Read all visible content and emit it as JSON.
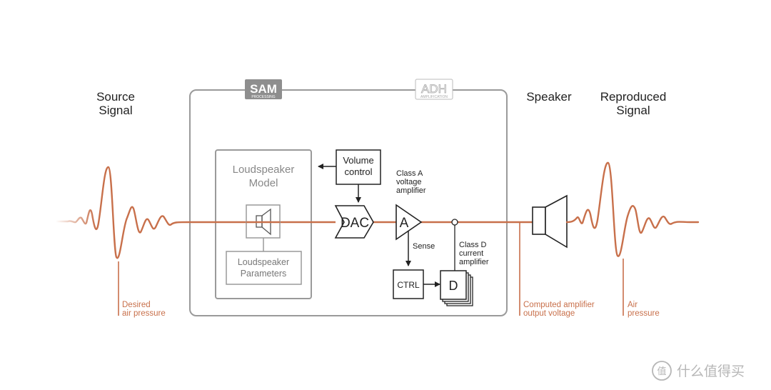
{
  "colors": {
    "signal": "#c8704b",
    "box": "#9a9a9a",
    "ink": "#222222",
    "logo_bg": "#8e8e8e"
  },
  "labels": {
    "source_line1": "Source",
    "source_line2": "Signal",
    "speaker": "Speaker",
    "reproduced_line1": "Reproduced",
    "reproduced_line2": "Signal",
    "desired_line1": "Desired",
    "desired_line2": "air pressure",
    "computed_line1": "Computed amplifier",
    "computed_line2": "output voltage",
    "air_line1": "Air",
    "air_line2": "pressure"
  },
  "logos": {
    "sam_big": "SAM",
    "sam_small": "PROCESSING",
    "adh_big": "ADH",
    "adh_small": "AMPLIFICATION"
  },
  "model": {
    "title_line1": "Loudspeaker",
    "title_line2": "Model",
    "params_line1": "Loudspeaker",
    "params_line2": "Parameters"
  },
  "blocks": {
    "volume_line1": "Volume",
    "volume_line2": "control",
    "dac": "DAC",
    "amp_a": "A",
    "class_a_line1": "Class A",
    "class_a_line2": "voltage",
    "class_a_line3": "amplifier",
    "sense": "Sense",
    "ctrl": "CTRL",
    "d": "D",
    "class_d_line1": "Class D",
    "class_d_line2": "current",
    "class_d_line3": "amplifier"
  },
  "watermark": {
    "glyph": "值",
    "text": "什么值得买"
  }
}
